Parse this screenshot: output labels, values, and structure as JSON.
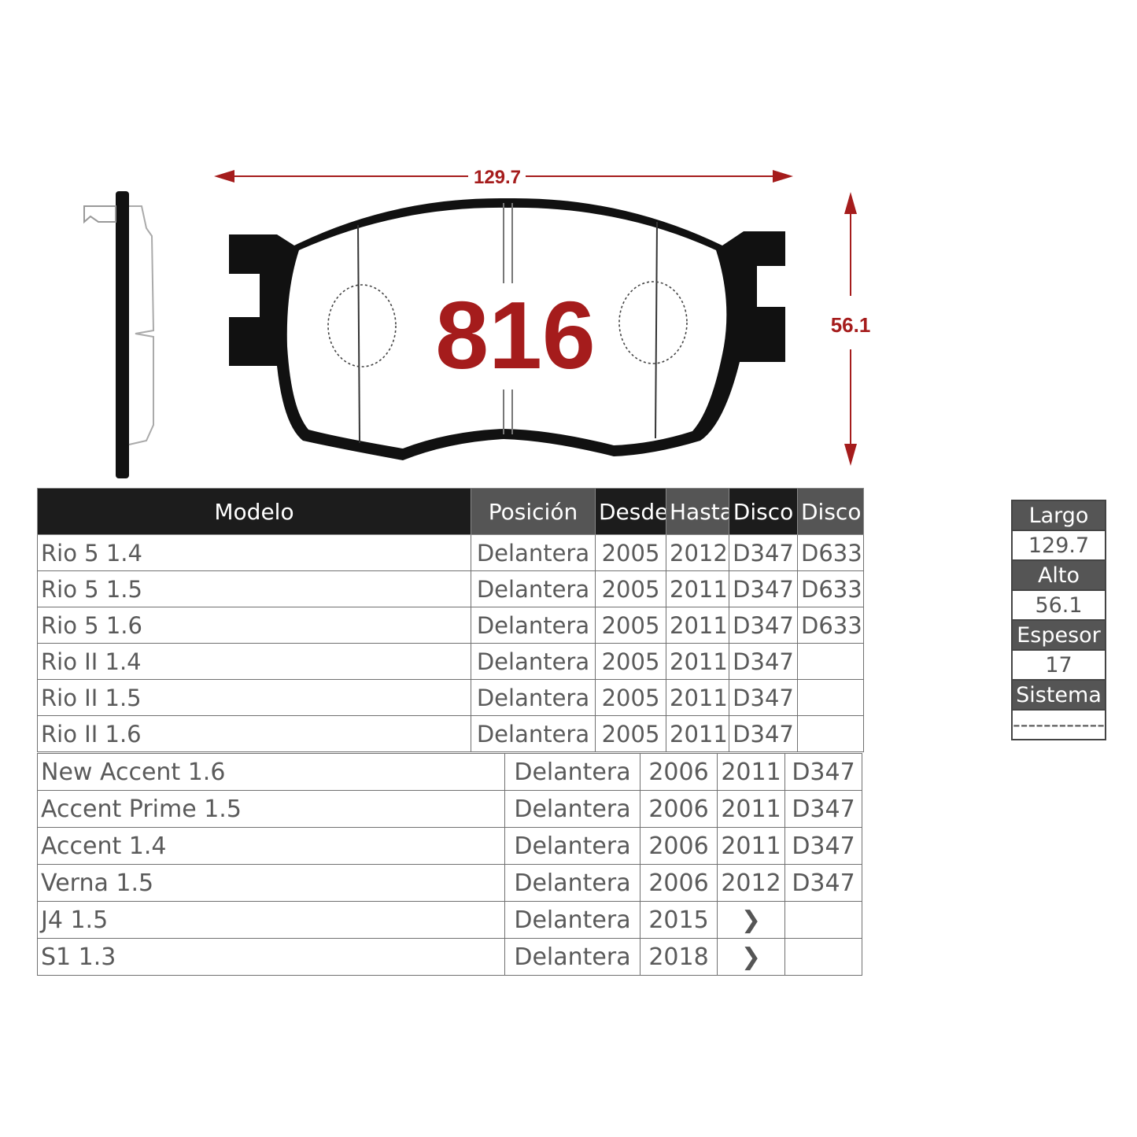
{
  "diagram": {
    "part_number": "816",
    "width_label": "129.7",
    "height_label": "56.1",
    "colors": {
      "accent": "#a51c1c",
      "outline": "#111111"
    }
  },
  "table_main": {
    "headers": [
      "Modelo",
      "Posición",
      "Desde",
      "Hasta",
      "Disco",
      "Disco"
    ],
    "rows": [
      [
        "Rio 5 1.4",
        "Delantera",
        "2005",
        "2012",
        "D347",
        "D633"
      ],
      [
        "Rio 5 1.5",
        "Delantera",
        "2005",
        "2011",
        "D347",
        "D633"
      ],
      [
        "Rio 5 1.6",
        "Delantera",
        "2005",
        "2011",
        "D347",
        "D633"
      ],
      [
        "Rio II 1.4",
        "Delantera",
        "2005",
        "2011",
        "D347",
        ""
      ],
      [
        "Rio II 1.5",
        "Delantera",
        "2005",
        "2011",
        "D347",
        ""
      ],
      [
        "Rio II 1.6",
        "Delantera",
        "2005",
        "2011",
        "D347",
        ""
      ]
    ]
  },
  "table_second": {
    "rows": [
      [
        "New Accent 1.6",
        "Delantera",
        "2006",
        "2011",
        "D347"
      ],
      [
        "Accent Prime 1.5",
        "Delantera",
        "2006",
        "2011",
        "D347"
      ],
      [
        "Accent 1.4",
        "Delantera",
        "2006",
        "2011",
        "D347"
      ],
      [
        "Verna 1.5",
        "Delantera",
        "2006",
        "2012",
        "D347"
      ],
      [
        "J4 1.5",
        "Delantera",
        "2015",
        "",
        ""
      ],
      [
        "S1 1.3",
        "Delantera",
        "2018",
        "",
        ""
      ]
    ],
    "chevron_icon": "chevron-right-icon"
  },
  "specs": {
    "largo_label": "Largo",
    "largo_value": "129.7",
    "alto_label": "Alto",
    "alto_value": "56.1",
    "espesor_label": "Espesor",
    "espesor_value": "17",
    "sistema_label": "Sistema",
    "sistema_value": "------------"
  }
}
